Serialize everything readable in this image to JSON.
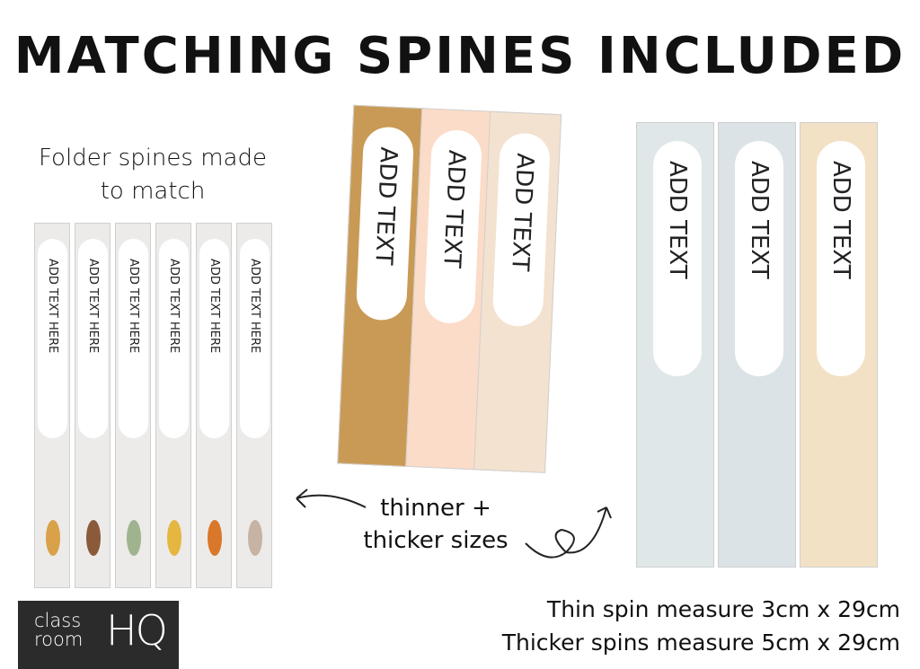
{
  "title": "MATCHING SPINES INCLUDED",
  "left_caption": [
    "Folder spines made",
    "to match"
  ],
  "mid_caption": [
    "thinner +",
    "thicker sizes"
  ],
  "measures": [
    "Thin spin measure 3cm x 29cm",
    "Thicker spins measure 5cm x 29cm"
  ],
  "thin_spines": [
    {
      "label": "ADD TEXT HERE",
      "bg": "#ecebe9",
      "deco": "#d9a14a"
    },
    {
      "label": "ADD TEXT HERE",
      "bg": "#ecebe9",
      "deco": "#8a5a3a"
    },
    {
      "label": "ADD TEXT HERE",
      "bg": "#ecebe9",
      "deco": "#9fb38f"
    },
    {
      "label": "ADD TEXT HERE",
      "bg": "#ecebe9",
      "deco": "#e5b640"
    },
    {
      "label": "ADD TEXT HERE",
      "bg": "#ecebe9",
      "deco": "#d9782a"
    },
    {
      "label": "ADD TEXT HERE",
      "bg": "#ecebe9",
      "deco": "#c7b3a3"
    }
  ],
  "mid_spines": [
    {
      "label": "ADD TEXT",
      "bg": "#c99a55"
    },
    {
      "label": "ADD TEXT",
      "bg": "#fbdcc8"
    },
    {
      "label": "ADD TEXT",
      "bg": "#f3e2cf"
    }
  ],
  "right_spines": [
    {
      "label": "ADD TEXT",
      "bg": "#dfe7e8"
    },
    {
      "label": "ADD TEXT",
      "bg": "#dbe3e6"
    },
    {
      "label": "ADD TEXT",
      "bg": "#f3e1c5"
    }
  ],
  "logo": {
    "line1": "class",
    "line2": "room",
    "mark": "HQ"
  }
}
